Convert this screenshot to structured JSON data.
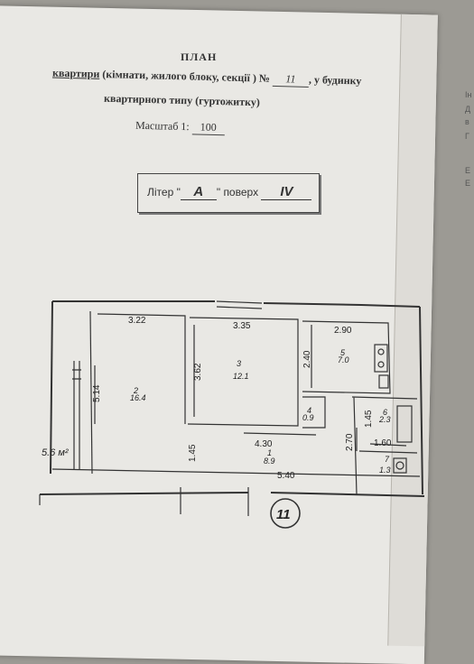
{
  "header": {
    "title": "ПЛАН",
    "line2_underlined": "квартири",
    "line2_rest": "(кімнати, жилого блоку, секції ) №",
    "apartment_no": "11",
    "line2_tail": ", у будинку",
    "line3": "квартирного типу (гуртожитку)",
    "scale_label": "Масштаб 1:",
    "scale_value": "100"
  },
  "litera": {
    "label": "Літер \"",
    "value": "A",
    "mid": "\" поверх",
    "floor": "IV"
  },
  "plan": {
    "dims": {
      "d322": "3.22",
      "d335": "3.35",
      "d290": "2.90",
      "d240": "2.40",
      "d362": "3.62",
      "d514": "5.14",
      "d430": "4.30",
      "d145a": "1.45",
      "d145b": "1.45",
      "d270": "2.70",
      "d160": "1.60",
      "d540": "5.40"
    },
    "rooms": [
      {
        "no": "2",
        "area": "16.4"
      },
      {
        "no": "3",
        "area": "12.1"
      },
      {
        "no": "5",
        "area": "7.0"
      },
      {
        "no": "4",
        "area": "0.9"
      },
      {
        "no": "6",
        "area": "2.3"
      },
      {
        "no": "1",
        "area": "8.9"
      },
      {
        "no": "7",
        "area": "1.3"
      }
    ],
    "balcony_area": "5.6 м²",
    "apartment_circle": "11"
  },
  "edge": [
    "Ін",
    "Д",
    "в",
    "Г",
    "Е",
    "Е"
  ]
}
